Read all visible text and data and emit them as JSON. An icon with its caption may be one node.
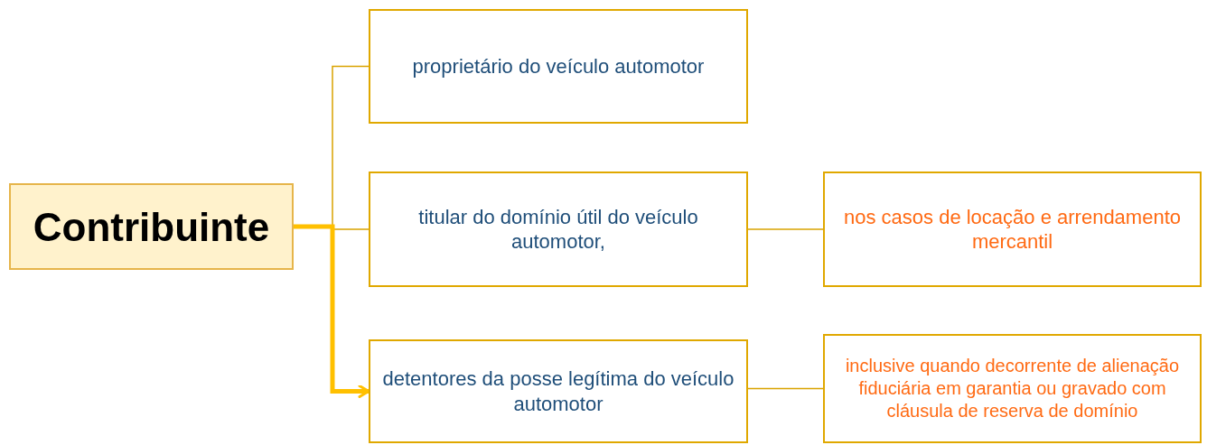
{
  "diagram": {
    "nodes": [
      {
        "text": [
          "Contribuinte"
        ]
      },
      {
        "text": [
          "proprietário do veículo automotor"
        ]
      },
      {
        "text": [
          "titular do domínio útil do veículo automotor,"
        ]
      },
      {
        "text": [
          "detentores da posse legítima do veículo automotor"
        ]
      },
      {
        "text": [
          "nos casos de locação e arrendamento mercantil"
        ]
      },
      {
        "text": [
          "inclusive quando decorrente de alienação fiduciária em garantia ou gravado com cláusula de reserva de domínio"
        ]
      }
    ],
    "edges": [
      {
        "from": 0,
        "to": 1,
        "arrow": "none"
      },
      {
        "from": 0,
        "to": 2,
        "arrow": "none"
      },
      {
        "from": 0,
        "to": 3,
        "arrow": "to",
        "style": "thick",
        "color": "#ffc000"
      },
      {
        "from": 2,
        "to": 4,
        "arrow": "none"
      },
      {
        "from": 3,
        "to": 5,
        "arrow": "none"
      }
    ]
  }
}
